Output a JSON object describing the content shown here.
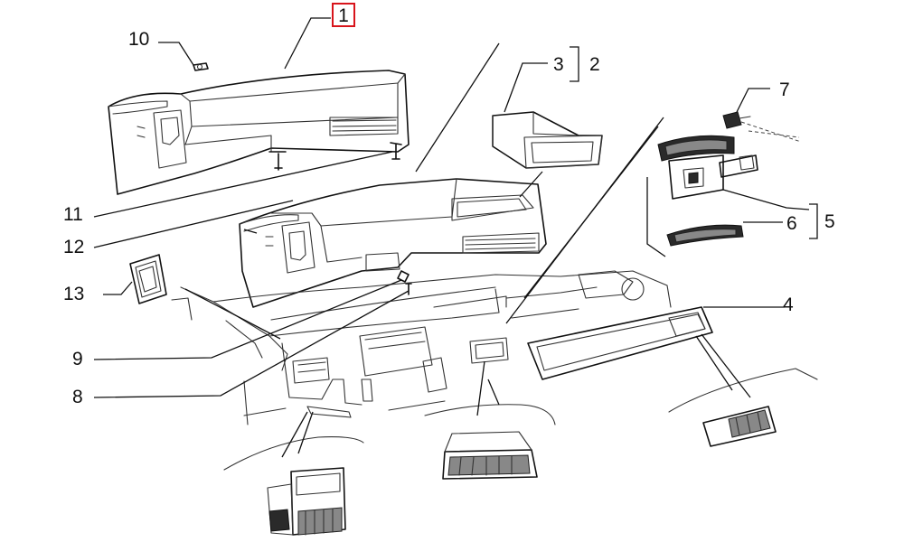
{
  "callouts": [
    {
      "id": "c1",
      "label": "1",
      "highlighted": true
    },
    {
      "id": "c2",
      "label": "2"
    },
    {
      "id": "c3",
      "label": "3"
    },
    {
      "id": "c4",
      "label": "4"
    },
    {
      "id": "c5",
      "label": "5"
    },
    {
      "id": "c6",
      "label": "6"
    },
    {
      "id": "c7",
      "label": "7"
    },
    {
      "id": "c8",
      "label": "8"
    },
    {
      "id": "c9",
      "label": "9"
    },
    {
      "id": "c10",
      "label": "10"
    },
    {
      "id": "c11",
      "label": "11"
    },
    {
      "id": "c12",
      "label": "12"
    },
    {
      "id": "c13",
      "label": "13"
    }
  ],
  "colors": {
    "line": "#111111",
    "highlight": "#d8141b",
    "background": "#ffffff"
  }
}
